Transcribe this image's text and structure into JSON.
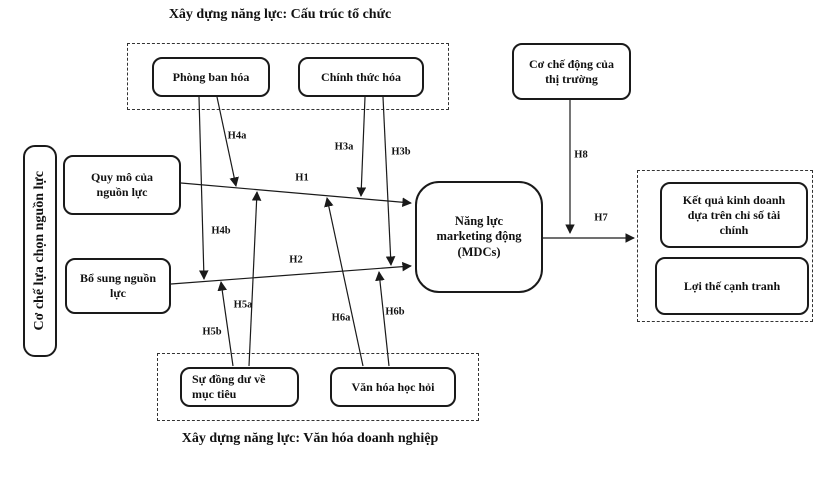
{
  "diagram": {
    "top_group_title": "Xây dựng năng lực: Cấu trúc tổ chức",
    "bottom_group_title": "Xây dựng năng lực: Văn hóa doanh nghiệp",
    "boxes": {
      "resource_selection": "Cơ chế lựa chọn nguồn lực",
      "resource_scale": "Quy mô của\nnguồn lực",
      "resource_complement": "Bổ sung nguồn\nlực",
      "departmentalization": "Phòng ban hóa",
      "formalization": "Chính thức hóa",
      "market_dynamics": "Cơ chế động của\nthị trường",
      "mdcs": "Năng lực\nmarketing động\n(MDCs)",
      "financial_performance": "Kết quả kinh doanh\ndựa trên chỉ số tài\nchính",
      "competitive_advantage": "Lợi thế cạnh tranh",
      "goal_congruence": "Sự đồng dư về\nmục tiêu",
      "learning_culture": "Văn hóa học hỏi"
    },
    "hypotheses": {
      "h1": "H1",
      "h2": "H2",
      "h3a": "H3a",
      "h3b": "H3b",
      "h4a": "H4a",
      "h4b": "H4b",
      "h5a": "H5a",
      "h5b": "H5b",
      "h6a": "H6a",
      "h6b": "H6b",
      "h7": "H7",
      "h8": "H8"
    },
    "colors": {
      "line": "#1a1a1a",
      "background": "#ffffff",
      "box_border": "#1a1a1a"
    }
  }
}
